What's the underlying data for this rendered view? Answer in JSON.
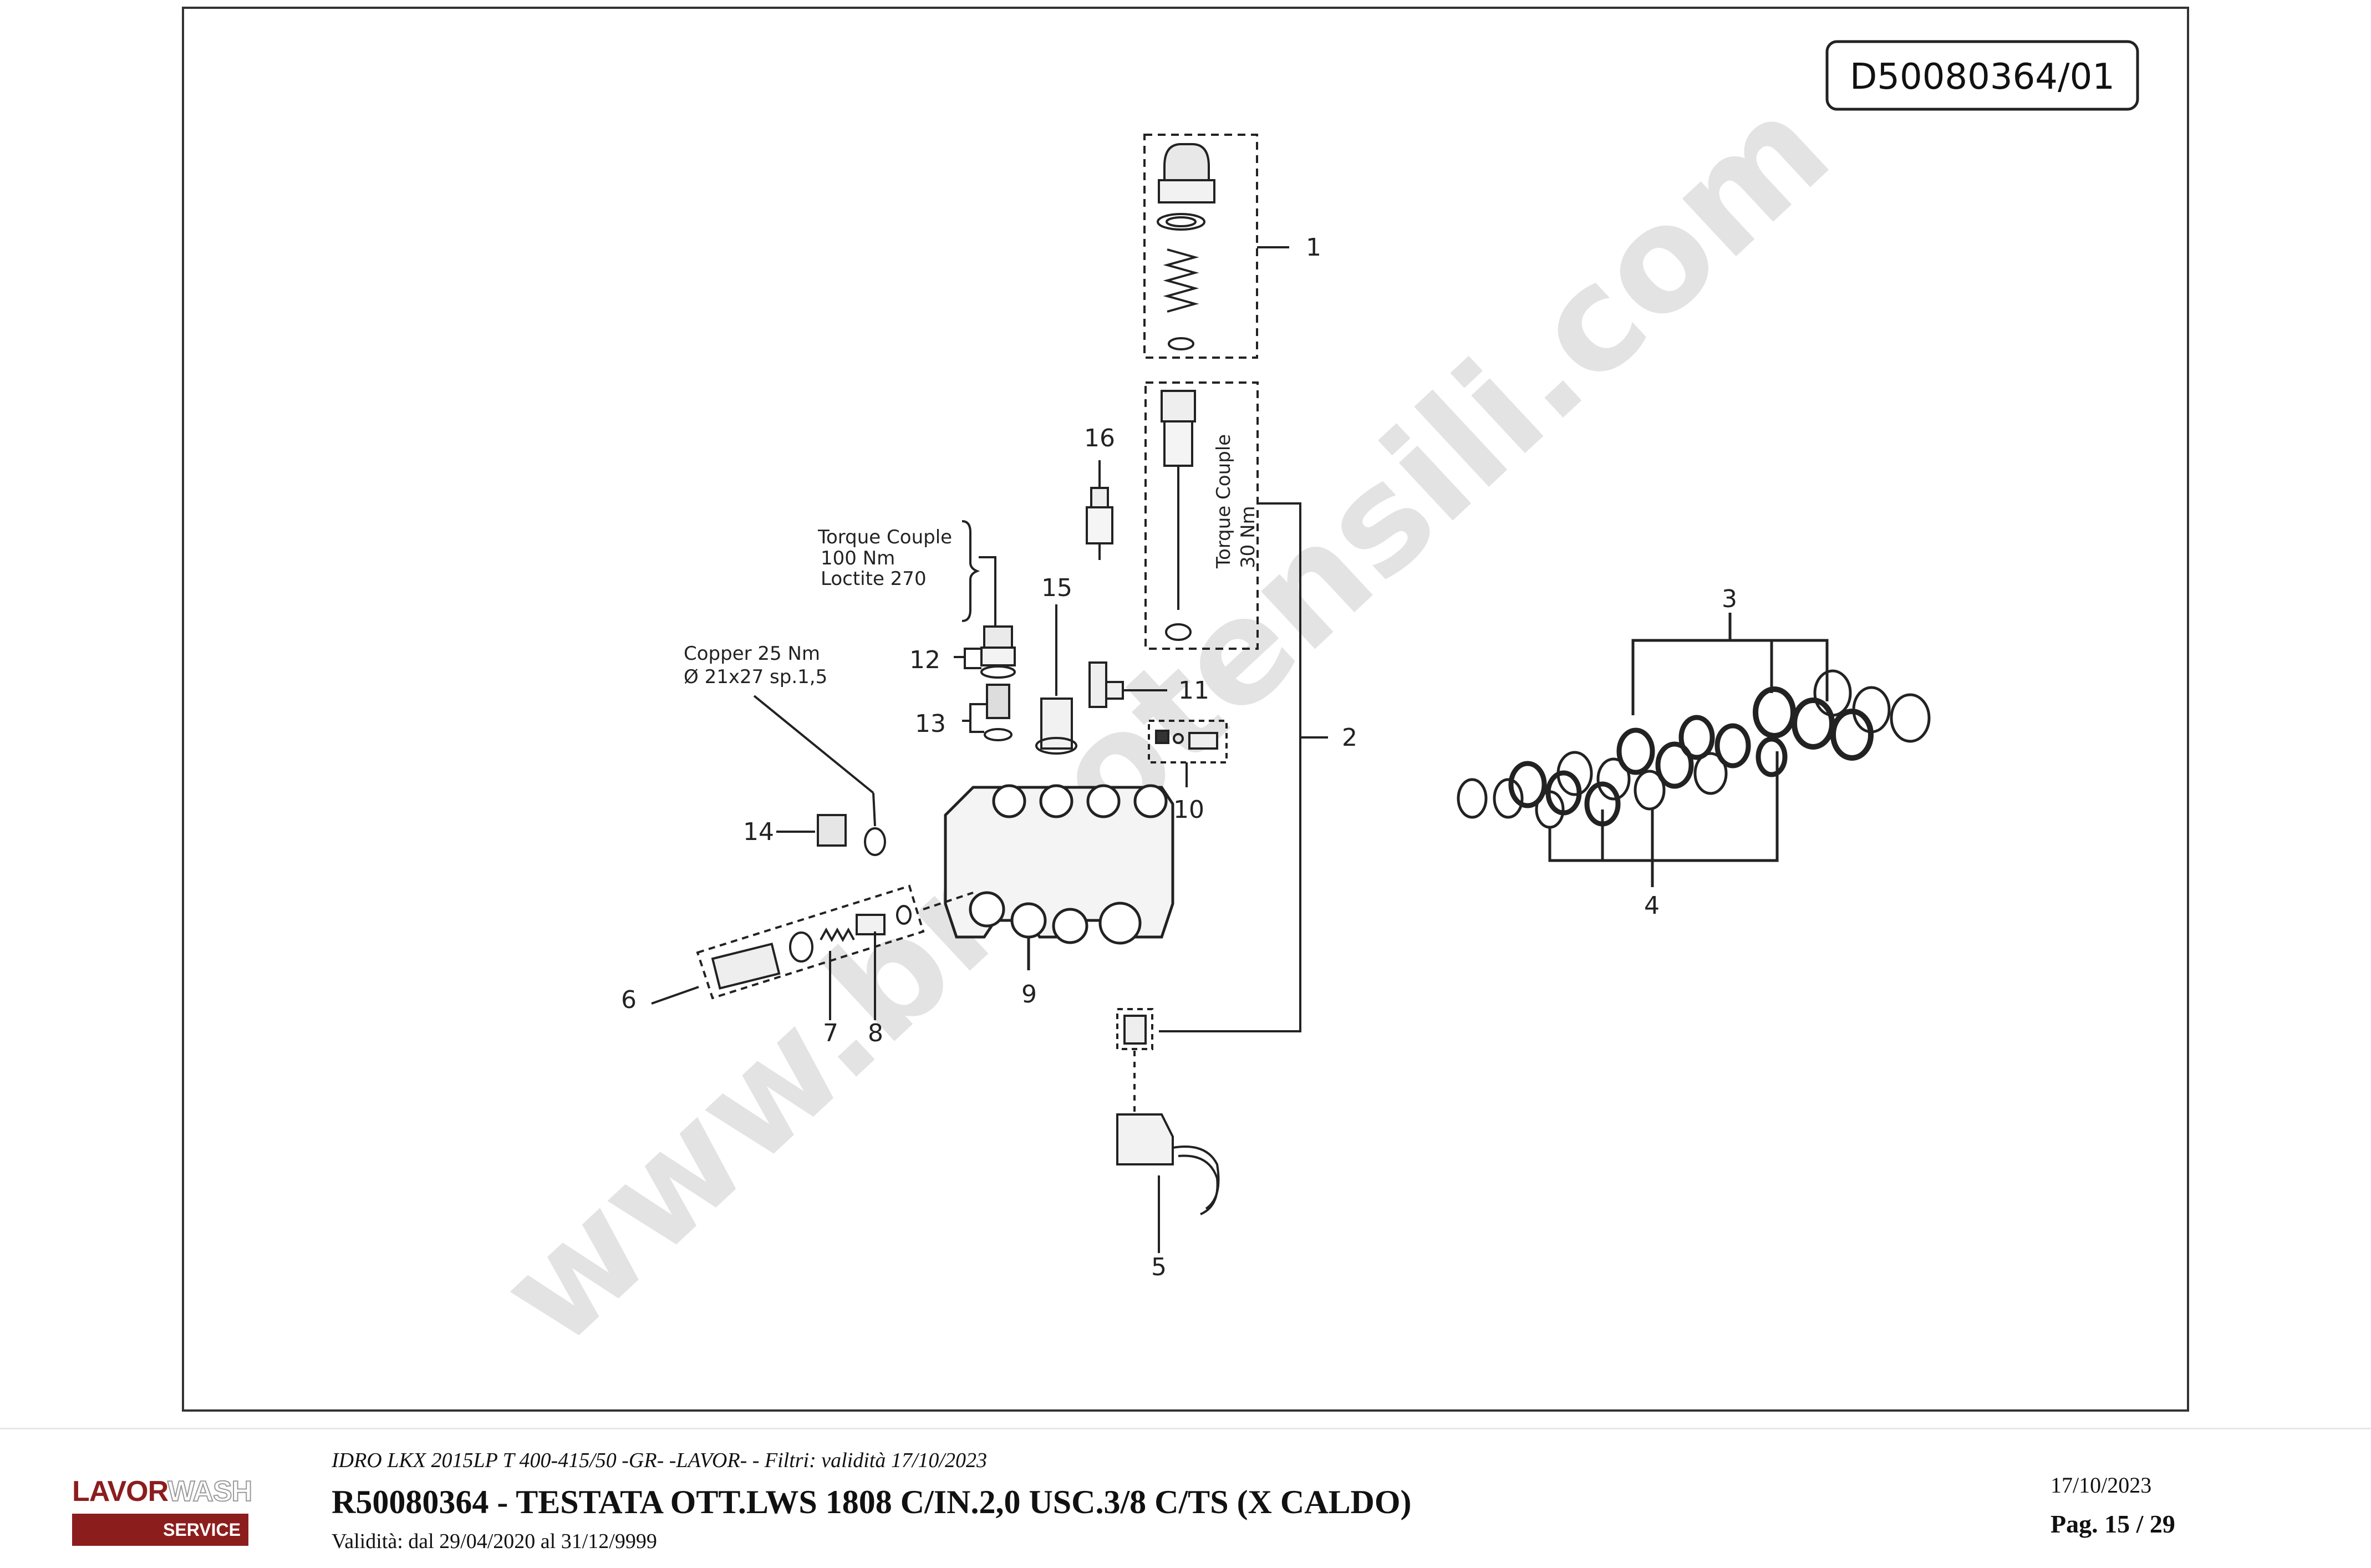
{
  "drawing": {
    "code": "D50080364/01",
    "watermark": "www.bricotensili.com",
    "callouts": [
      "1",
      "2",
      "3",
      "4",
      "5",
      "6",
      "7",
      "8",
      "9",
      "10",
      "11",
      "12",
      "13",
      "14",
      "15",
      "16"
    ],
    "notes": {
      "torque_line1": "Torque Couple",
      "torque_line2": "100 Nm",
      "torque_line3": "Loctite 270",
      "copper_line1": "Copper 25 Nm",
      "copper_line2": "Ø 21x27 sp.1,5",
      "unloader_line1": "Torque Couple",
      "unloader_line2": "30 Nm"
    }
  },
  "footer": {
    "logo_brand_a": "LAVOR",
    "logo_brand_b": "WASH",
    "logo_sub": "SERVICE",
    "filter_line": "IDRO LKX 2015LP T 400-415/50 -GR- -LAVOR- - Filtri: validità 17/10/2023",
    "title": "R50080364 - TESTATA OTT.LWS 1808 C/IN.2,0 USC.3/8 C/TS (X CALDO)",
    "validity": "Validità: dal 29/04/2020 al 31/12/9999",
    "date": "17/10/2023",
    "page": "Pag. 15 / 29"
  }
}
